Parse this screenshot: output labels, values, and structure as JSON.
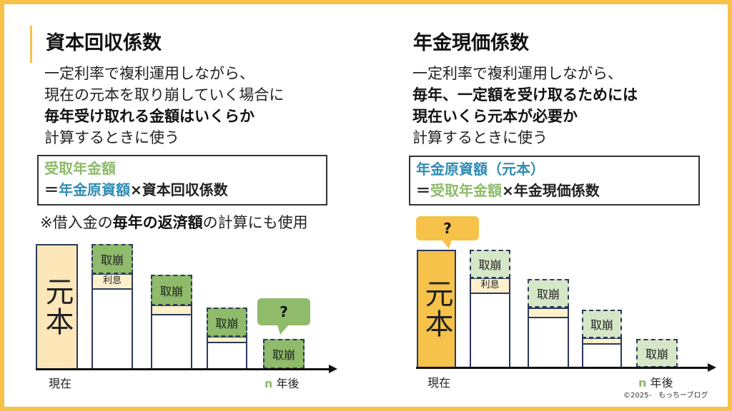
{
  "left": {
    "title": "資本回収係数",
    "lines": [
      "一定利率で複利運用しながら、",
      "現在の元本を取り崩していく場合に",
      "毎年受け取れる金額はいくらか",
      "計算するときに使う"
    ],
    "formula": {
      "line1": "受取年金額",
      "eq": "＝",
      "term1": "年金原資額",
      "times": "×資本回収係数"
    },
    "note": {
      "pre": "※借入金の",
      "bold": "毎年の返済額",
      "post": "の計算にも使用"
    },
    "principal": "元本",
    "withdraw": "取崩",
    "interest": "利息",
    "question": "?",
    "now": "現在",
    "n": "n",
    "years_later": "年後"
  },
  "right": {
    "title": "年金現価係数",
    "lines": [
      "一定利率で複利運用しながら、",
      "毎年、一定額を受け取るためには",
      "現在いくら元本が必要か",
      "計算するときに使う"
    ],
    "formula": {
      "line1": "年金原資額（元本）",
      "eq": "＝",
      "term1": "受取年金額",
      "times": "×年金現価係数"
    },
    "principal": "元本",
    "withdraw": "取崩",
    "interest": "利息",
    "question": "?",
    "now": "現在",
    "n": "n",
    "years_later": "年後"
  },
  "copyright": "©2025-　もっちーブログ",
  "colors": {
    "frame": "#f6c24a",
    "green": "#8dbb6a",
    "light_green": "#d6e7c8",
    "blue": "#2f8cb3",
    "orange": "#f6c24a",
    "cream": "#fde6b8"
  }
}
